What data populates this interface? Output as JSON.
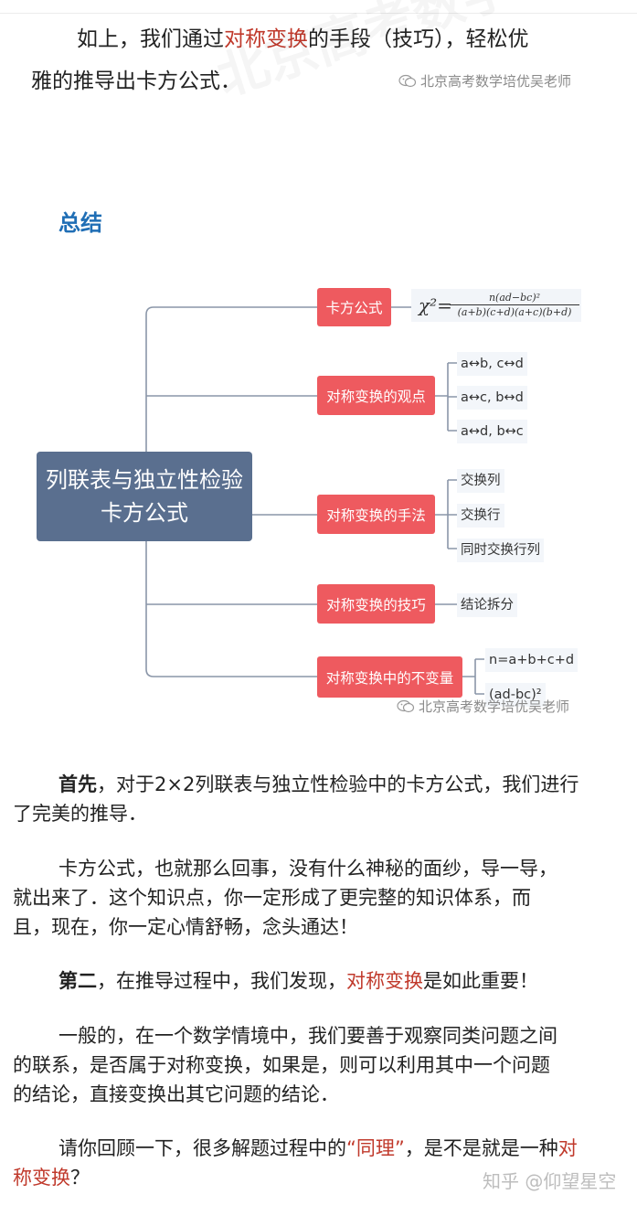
{
  "intro": {
    "p1": "如上，我们通过",
    "p1_red": "对称变换",
    "p1_b": "的手段（技巧），轻松优",
    "p2": "雅的推导出卡方公式．"
  },
  "watermark": "北京高考数学培优吴老师",
  "heading": "总结",
  "mindmap": {
    "root_line1": "列联表与独立性检验",
    "root_line2": "卡方公式",
    "nodes": [
      "卡方公式",
      "对称变换的观点",
      "对称变换的手法",
      "对称变换的技巧",
      "对称变换中的不变量"
    ],
    "formula": {
      "lhs": "χ²=",
      "num": "n(ad−bc)²",
      "den": "(a+b)(c+d)(a+c)(b+d)"
    },
    "viewpoint_leaves": [
      "a↔b, c↔d",
      "a↔c, b↔d",
      "a↔d, b↔c"
    ],
    "method_leaves": [
      "交换列",
      "交换行",
      "同时交换行列"
    ],
    "technique_leaves": [
      "结论拆分"
    ],
    "invariant_leaves": [
      "n=a+b+c+d",
      "(ad-bc)²"
    ]
  },
  "para1": {
    "lead": "首先",
    "rest1": "，对于2×2列联表与独立性检验中的卡方公式，我们进行",
    "rest2": "了完美的推导．"
  },
  "para2": {
    "l1": "卡方公式，也就那么回事，没有什么神秘的面纱，导一导，",
    "l2": "就出来了．这个知识点，你一定形成了更完整的知识体系，而",
    "l3": "且，现在，你一定心情舒畅，念头通达！"
  },
  "para3": {
    "lead": "第二",
    "mid": "，在推导过程中，我们发现，",
    "red": "对称变换",
    "end": "是如此重要！"
  },
  "para4": {
    "l1": "一般的，在一个数学情境中，我们要善于观察同类问题之间",
    "l2": "的联系，是否属于对称变换，如果是，则可以利用其中一个问题",
    "l3": "的结论，直接变换出其它问题的结论．"
  },
  "para5": {
    "a": "请你回顾一下，很多解题过程中的",
    "red1": "“同理”",
    "b": "，是不是就是一种",
    "red2": "对",
    "red3": "称变换",
    "c": "？"
  },
  "footer": {
    "brand": "知乎 @仰望星空"
  },
  "colors": {
    "red_text": "#c0392b",
    "heading_blue": "#1f6eb5",
    "node_red": "#ee5a5f",
    "root_slate": "#5a6f8f"
  }
}
